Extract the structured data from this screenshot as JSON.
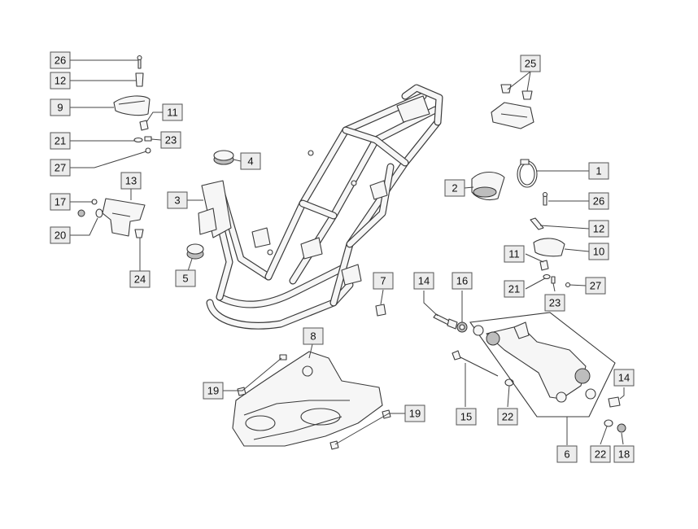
{
  "diagram": {
    "callouts": [
      {
        "id": "c26a",
        "text": "26"
      },
      {
        "id": "c12a",
        "text": "12"
      },
      {
        "id": "c9",
        "text": "9"
      },
      {
        "id": "c11a",
        "text": "11"
      },
      {
        "id": "c21a",
        "text": "21"
      },
      {
        "id": "c23a",
        "text": "23"
      },
      {
        "id": "c27a",
        "text": "27"
      },
      {
        "id": "c4",
        "text": "4"
      },
      {
        "id": "c13",
        "text": "13"
      },
      {
        "id": "c3",
        "text": "3"
      },
      {
        "id": "c17",
        "text": "17"
      },
      {
        "id": "c20",
        "text": "20"
      },
      {
        "id": "c24",
        "text": "24"
      },
      {
        "id": "c5",
        "text": "5"
      },
      {
        "id": "c25",
        "text": "25"
      },
      {
        "id": "c1",
        "text": "1"
      },
      {
        "id": "c2",
        "text": "2"
      },
      {
        "id": "c26b",
        "text": "26"
      },
      {
        "id": "c12b",
        "text": "12"
      },
      {
        "id": "c11b",
        "text": "11"
      },
      {
        "id": "c10",
        "text": "10"
      },
      {
        "id": "c21b",
        "text": "21"
      },
      {
        "id": "c27b",
        "text": "27"
      },
      {
        "id": "c23b",
        "text": "23"
      },
      {
        "id": "c7",
        "text": "7"
      },
      {
        "id": "c14a",
        "text": "14"
      },
      {
        "id": "c16",
        "text": "16"
      },
      {
        "id": "c8",
        "text": "8"
      },
      {
        "id": "c19a",
        "text": "19"
      },
      {
        "id": "c19b",
        "text": "19"
      },
      {
        "id": "c15",
        "text": "15"
      },
      {
        "id": "c22a",
        "text": "22"
      },
      {
        "id": "c6",
        "text": "6"
      },
      {
        "id": "c14b",
        "text": "14"
      },
      {
        "id": "c22b",
        "text": "22"
      },
      {
        "id": "c18",
        "text": "18"
      }
    ]
  }
}
